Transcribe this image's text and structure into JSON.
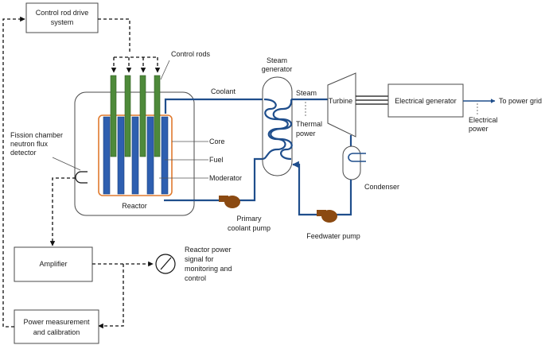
{
  "labels": {
    "control_rod_drive": [
      "Control rod drive",
      "system"
    ],
    "control_rods": "Control rods",
    "steam_generator": [
      "Steam",
      "generator"
    ],
    "coolant": "Coolant",
    "steam": "Steam",
    "turbine": "Turbine",
    "electrical_generator": "Electrical generator",
    "to_power_grid": "To power grid",
    "electrical_power": [
      "Electrical",
      "power"
    ],
    "thermal_power": [
      "Thermal",
      "power"
    ],
    "core": "Core",
    "fuel": "Fuel",
    "moderator": "Moderator",
    "reactor": "Reactor",
    "fission_chamber": [
      "Fission chamber",
      "neutron flux",
      "detector"
    ],
    "condenser": "Condenser",
    "primary_coolant_pump": [
      "Primary",
      "coolant pump"
    ],
    "feedwater_pump": "Feedwater pump",
    "amplifier": "Amplifier",
    "reactor_power_signal": [
      "Reactor power",
      "signal for",
      "monitoring and",
      "control"
    ],
    "power_measurement": [
      "Power measurement",
      "and calibration"
    ]
  },
  "colors": {
    "pipe": "#1f4e8c",
    "fuel_rod": "#2e5fb0",
    "control_rod": "#4e8a3a",
    "core_outline": "#e07a2e",
    "pump": "#8b4a12"
  }
}
